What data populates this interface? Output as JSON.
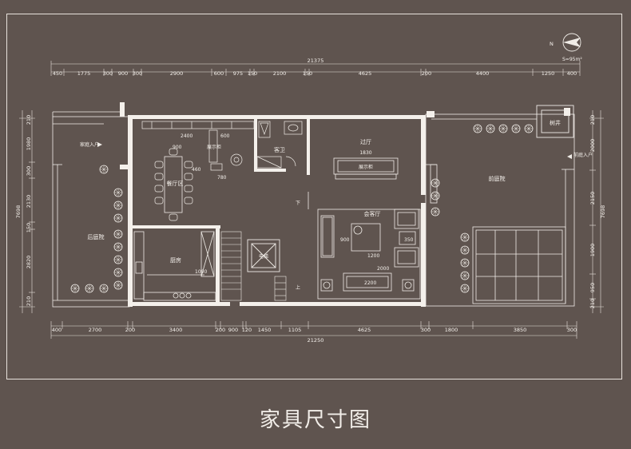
{
  "caption": "家具尺寸图",
  "compass": {
    "north": "N",
    "scale_note": "S=95m²"
  },
  "top_dims": {
    "total": "21375",
    "segments": [
      "450",
      "1775",
      "300",
      "900",
      "300",
      "2900",
      "600",
      "975",
      "150",
      "2100",
      "150",
      "4625",
      "200",
      "4400",
      "1250",
      "400"
    ]
  },
  "bottom_dims": {
    "total": "21250",
    "segments": [
      "400",
      "2700",
      "200",
      "3400",
      "200",
      "900",
      "120",
      "1450",
      "1105",
      "4625",
      "300",
      "1800",
      "3850",
      "300"
    ]
  },
  "left_dims": {
    "total": "7698",
    "segments": [
      "210",
      "1980",
      "300",
      "2130",
      "150",
      "2820",
      "210"
    ]
  },
  "right_dims": {
    "total": "7698",
    "segments": [
      "210",
      "2000",
      "2150",
      "1900",
      "950",
      "210"
    ]
  },
  "rooms": {
    "dining": "餐厅区",
    "kitchen": "厨房",
    "guest_bath": "客卫",
    "hall": "过厅",
    "living": "会客厅",
    "backyard": "后庭院",
    "front_yard": "前庭院",
    "tree_well": "树井",
    "family_entry": "家庭入户",
    "front_entry": "前庭入户",
    "elevator": "电梯",
    "display_cabinet": "展示柜",
    "down": "下",
    "up": "上"
  },
  "furniture_dims": {
    "d1": "900",
    "d2": "2400",
    "d3": "600",
    "d4": "460",
    "d5": "780",
    "d6": "1830",
    "d7": "1200",
    "d8": "900",
    "d9": "2000",
    "d10": "2200",
    "d11": "350",
    "d12": "1000"
  }
}
